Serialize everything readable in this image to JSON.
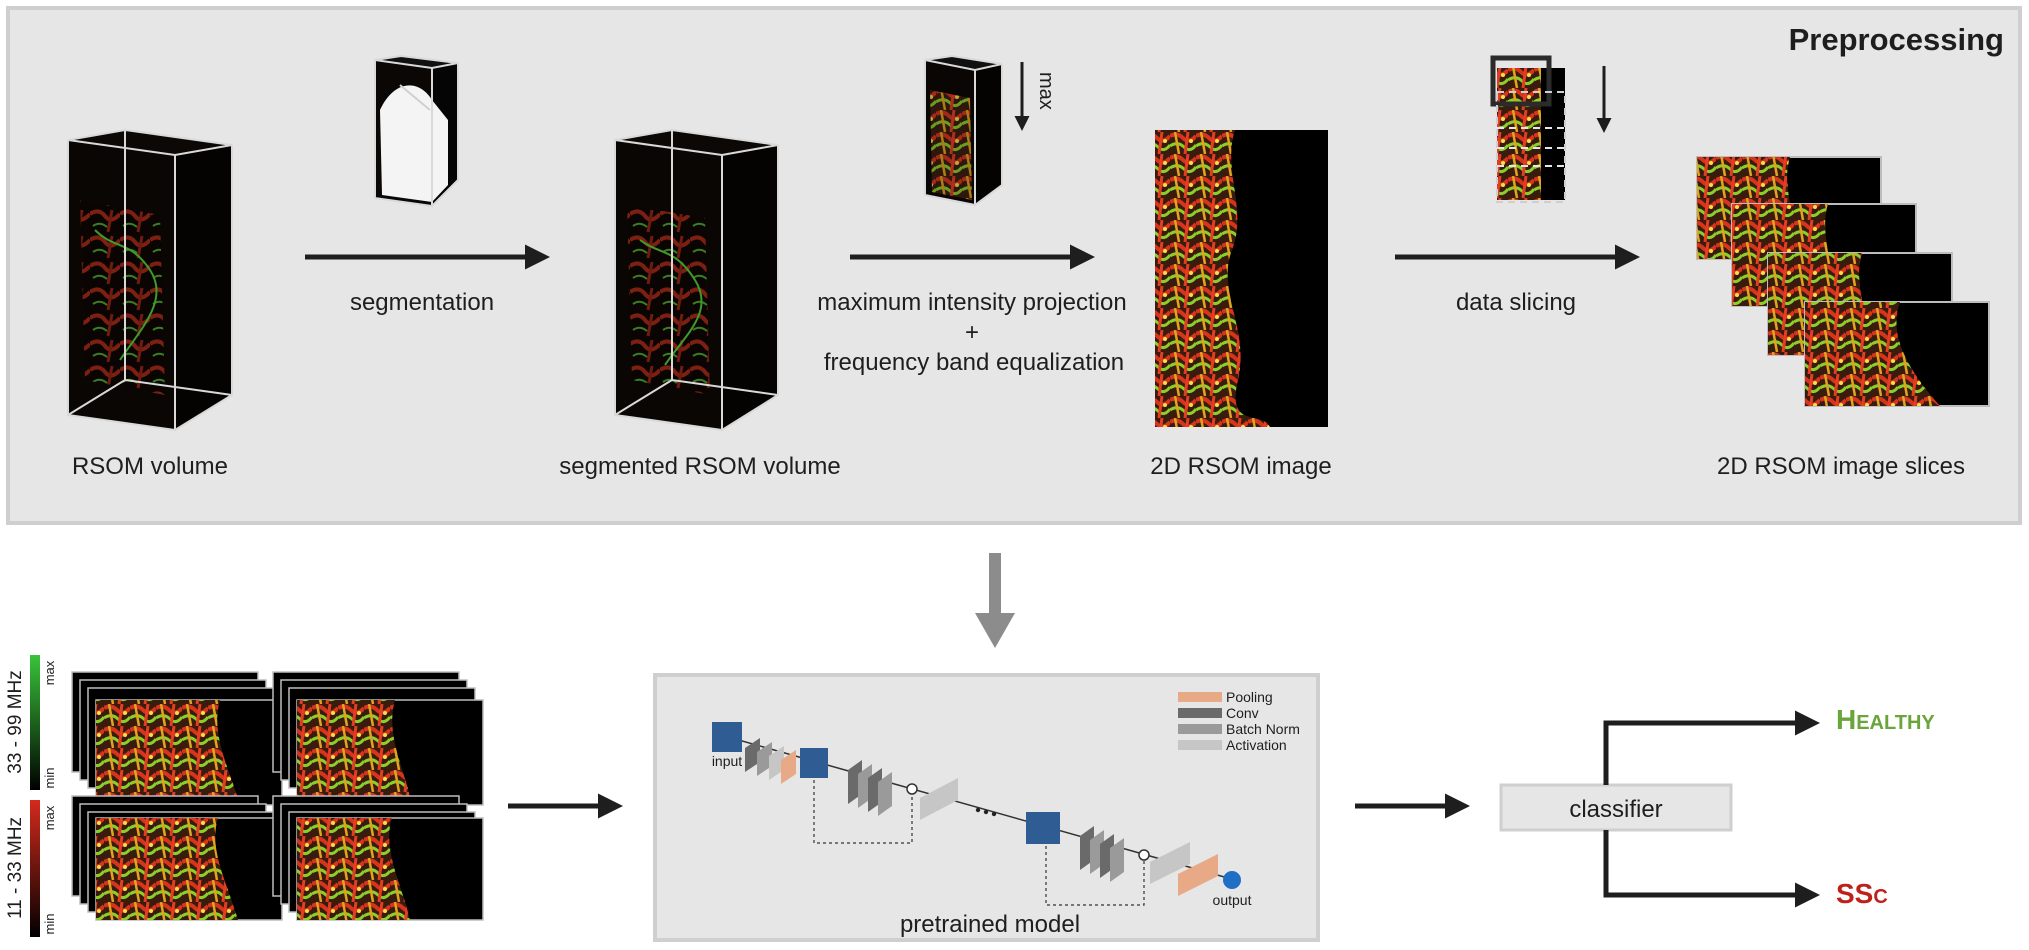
{
  "preprocessing": {
    "title": "Preprocessing",
    "stages": {
      "volume": "RSOM volume",
      "segmented": "segmented RSOM volume",
      "image2d": "2D RSOM image",
      "slices": "2D RSOM image slices"
    },
    "steps": {
      "segmentation": "segmentation",
      "mip_line1": "maximum intensity projection",
      "mip_line2": "+",
      "mip_line3": "frequency band equalization",
      "slicing": "data slicing"
    },
    "max_label": "max"
  },
  "colorbars": {
    "high_band": {
      "label": "33 - 99 MHz",
      "max": "max",
      "min": "min",
      "color": "#39c43a"
    },
    "low_band": {
      "label": "11 - 33 MHz",
      "max": "max",
      "min": "min",
      "color": "#d42a1c"
    }
  },
  "model": {
    "caption": "pretrained model",
    "input_label": "input",
    "output_label": "output",
    "legend": [
      {
        "name": "Pooling",
        "color": "#e8a987"
      },
      {
        "name": "Conv",
        "color": "#6a6a6a"
      },
      {
        "name": "Batch Norm",
        "color": "#9a9a9a"
      },
      {
        "name": "Activation",
        "color": "#c6c6c6"
      }
    ],
    "block_color": "#2f5d93",
    "output_color": "#1f6fc7"
  },
  "classifier": {
    "label": "classifier",
    "outcomes": {
      "healthy": {
        "text": "Healthy",
        "color": "#6aa53c"
      },
      "ssc": {
        "text": "SSc",
        "color": "#c0201a"
      }
    }
  }
}
